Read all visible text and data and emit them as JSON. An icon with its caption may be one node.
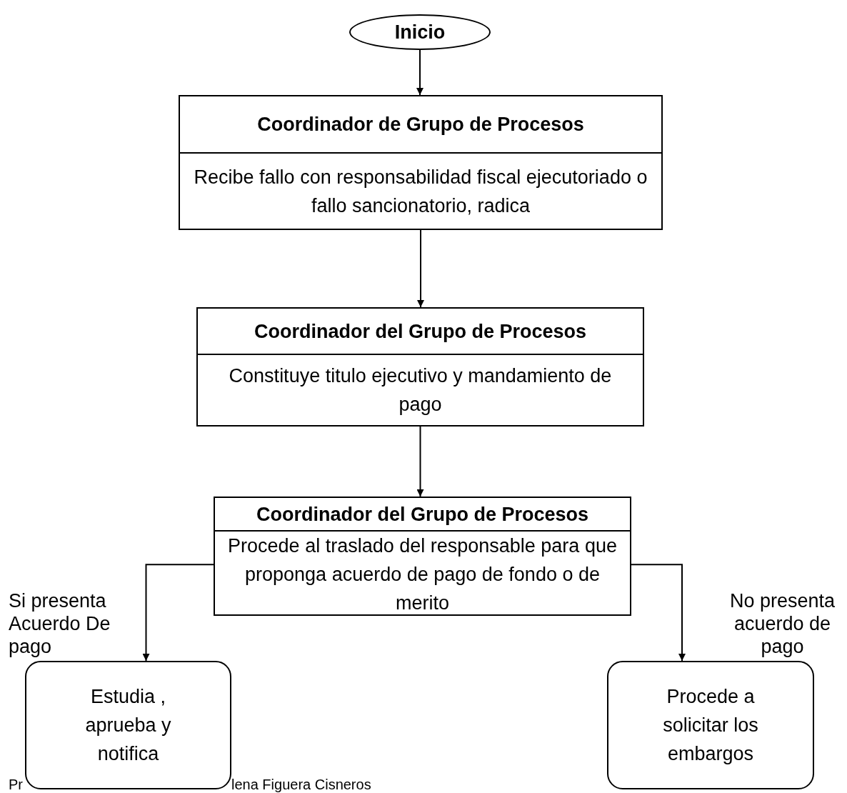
{
  "diagram": {
    "nodes": [
      {
        "text": [
          "Inicio"
        ]
      },
      {
        "text": [
          "Coordinador de Grupo de Procesos",
          "Recibe fallo con responsabilidad fiscal ejecutoriado o fallo sancionatorio, radica"
        ]
      },
      {
        "text": [
          "Coordinador del Grupo de Procesos",
          "Constituye titulo ejecutivo y mandamiento de pago"
        ]
      },
      {
        "text": [
          "Coordinador del Grupo de Procesos",
          "Procede al traslado del responsable para que proponga acuerdo de pago de fondo o de merito"
        ]
      },
      {
        "text": [
          "Estudia , aprueba y notifica"
        ]
      },
      {
        "text": [
          "Procede a solicitar los embargos"
        ]
      }
    ],
    "edges": [
      {
        "from": 0,
        "to": 1,
        "arrow": "to"
      },
      {
        "from": 1,
        "to": 2,
        "arrow": "to"
      },
      {
        "from": 2,
        "to": 3,
        "arrow": "to"
      },
      {
        "from": 3,
        "to": 4,
        "arrow": "to",
        "label": "Si presenta Acuerdo De pago"
      },
      {
        "from": 3,
        "to": 5,
        "arrow": "to",
        "label": "No presenta acuerdo de pago"
      }
    ],
    "labels": [
      "Pr",
      "lena Figuera Cisneros"
    ]
  }
}
